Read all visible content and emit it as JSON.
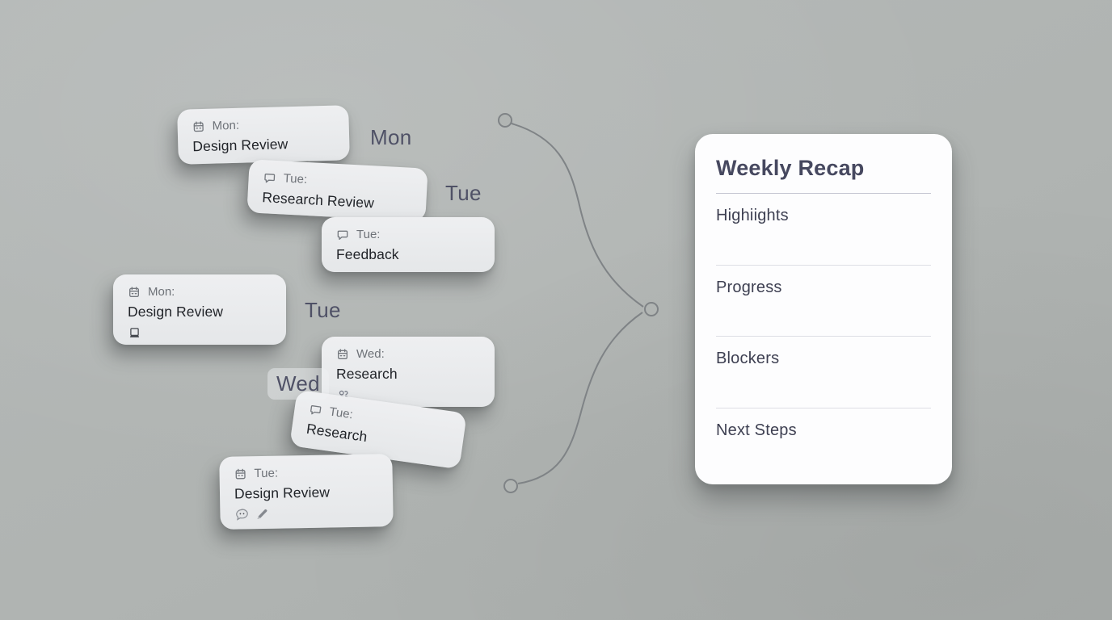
{
  "cards": [
    {
      "icon": "calendar",
      "day": "Mon:",
      "title": "Design Review"
    },
    {
      "icon": "chat",
      "day": "Tue:",
      "title": "Research Review"
    },
    {
      "icon": "chat",
      "day": "Tue:",
      "title": "Feedback"
    },
    {
      "icon": "calendar",
      "day": "Mon:",
      "title": "Design Review",
      "attachments": [
        "laptop"
      ]
    },
    {
      "icon": "calendar",
      "day": "Wed:",
      "title": "Research",
      "attachments": [
        "users"
      ]
    },
    {
      "icon": "chat",
      "day": "Tue:",
      "title": "Research"
    },
    {
      "icon": "calendar",
      "day": "Tue:",
      "title": "Design Review",
      "attachments": [
        "comment",
        "pencil"
      ]
    }
  ],
  "day_labels": [
    {
      "text": "Mon"
    },
    {
      "text": "Tue"
    },
    {
      "text": "Tue"
    },
    {
      "text": "Wed"
    }
  ],
  "panel": {
    "title": "Weekly Recap",
    "sections": [
      {
        "label": "Highiights"
      },
      {
        "label": "Progress"
      },
      {
        "label": "Blockers"
      },
      {
        "label": "Next Steps"
      }
    ]
  },
  "colors": {
    "background": "#b0b4b2",
    "card_background": "#e9ebed",
    "panel_background": "#fdfdfe",
    "panel_title_text": "#46485f",
    "section_text": "#3e4052",
    "card_day_text": "#6e7278",
    "card_title_text": "#212429",
    "day_label_text": "#4f5166",
    "connector_stroke": "#7f8386"
  }
}
